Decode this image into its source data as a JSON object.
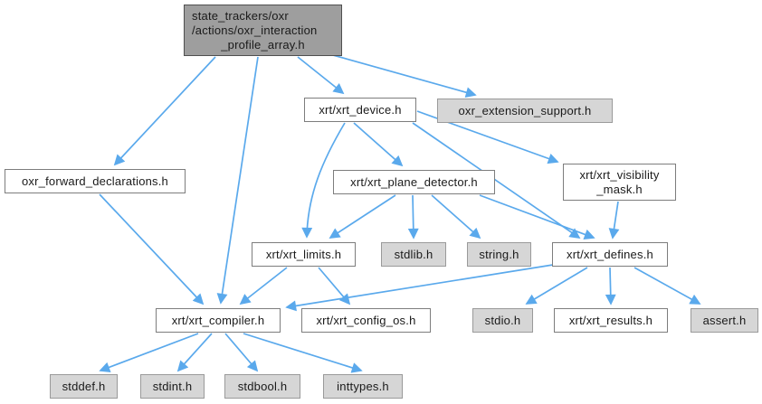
{
  "diagram": {
    "type": "include-dependency-graph",
    "title": "Include dependency graph for oxr_interaction_profile_array.h",
    "colors": {
      "edge": "#5aa9ec",
      "root_fill": "#9e9e9e",
      "linked_fill": "#ffffff",
      "leaf_fill": "#d6d6d6",
      "text": "#1a1a1a"
    },
    "nodes": [
      {
        "id": "root",
        "kind": "root",
        "label": "state_trackers/oxr/actions/oxr_interaction_profile_array.h",
        "lines": [
          "state_trackers/oxr",
          "/actions/oxr_interaction",
          "_profile_array.h"
        ]
      },
      {
        "id": "device",
        "kind": "linked",
        "label": "xrt/xrt_device.h"
      },
      {
        "id": "extension",
        "kind": "leaf",
        "label": "oxr_extension_support.h"
      },
      {
        "id": "fwd",
        "kind": "linked",
        "label": "oxr_forward_declarations.h"
      },
      {
        "id": "plane",
        "kind": "linked",
        "label": "xrt/xrt_plane_detector.h"
      },
      {
        "id": "vis",
        "kind": "linked",
        "label": "xrt/xrt_visibility_mask.h",
        "lines": [
          "xrt/xrt_visibility",
          "_mask.h"
        ]
      },
      {
        "id": "limits",
        "kind": "linked",
        "label": "xrt/xrt_limits.h"
      },
      {
        "id": "stdlib",
        "kind": "leaf",
        "label": "stdlib.h"
      },
      {
        "id": "string",
        "kind": "leaf",
        "label": "string.h"
      },
      {
        "id": "defines",
        "kind": "linked",
        "label": "xrt/xrt_defines.h"
      },
      {
        "id": "compiler",
        "kind": "linked",
        "label": "xrt/xrt_compiler.h"
      },
      {
        "id": "configos",
        "kind": "linked",
        "label": "xrt/xrt_config_os.h"
      },
      {
        "id": "stdio",
        "kind": "leaf",
        "label": "stdio.h"
      },
      {
        "id": "results",
        "kind": "linked",
        "label": "xrt/xrt_results.h"
      },
      {
        "id": "assert",
        "kind": "leaf",
        "label": "assert.h"
      },
      {
        "id": "stddef",
        "kind": "leaf",
        "label": "stddef.h"
      },
      {
        "id": "stdint",
        "kind": "leaf",
        "label": "stdint.h"
      },
      {
        "id": "stdbool",
        "kind": "leaf",
        "label": "stdbool.h"
      },
      {
        "id": "inttypes",
        "kind": "leaf",
        "label": "inttypes.h"
      }
    ],
    "edges": [
      [
        "root",
        "fwd"
      ],
      [
        "root",
        "compiler"
      ],
      [
        "root",
        "device"
      ],
      [
        "root",
        "extension"
      ],
      [
        "device",
        "plane"
      ],
      [
        "device",
        "vis"
      ],
      [
        "device",
        "limits"
      ],
      [
        "device",
        "defines"
      ],
      [
        "plane",
        "limits"
      ],
      [
        "plane",
        "stdlib"
      ],
      [
        "plane",
        "string"
      ],
      [
        "plane",
        "defines"
      ],
      [
        "vis",
        "defines"
      ],
      [
        "fwd",
        "compiler"
      ],
      [
        "limits",
        "compiler"
      ],
      [
        "limits",
        "configos"
      ],
      [
        "defines",
        "compiler"
      ],
      [
        "defines",
        "stdio"
      ],
      [
        "defines",
        "results"
      ],
      [
        "defines",
        "assert"
      ],
      [
        "compiler",
        "stddef"
      ],
      [
        "compiler",
        "stdint"
      ],
      [
        "compiler",
        "stdbool"
      ],
      [
        "compiler",
        "inttypes"
      ]
    ]
  }
}
